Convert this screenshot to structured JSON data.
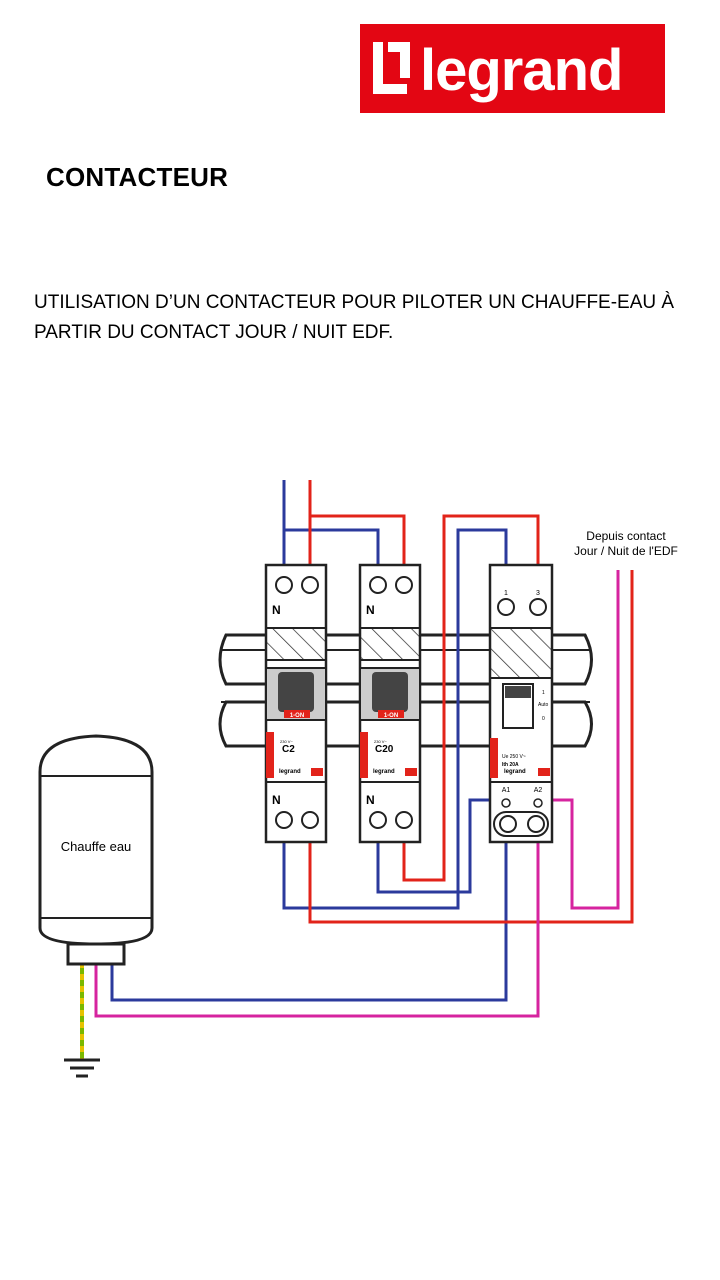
{
  "brand": {
    "name": "legrand",
    "color": "#e30613"
  },
  "title": "CONTACTEUR",
  "description": "UTILISATION D’UN CONTACTEUR POUR PILOTER UN CHAUFFE-EAU À PARTIR DU CONTACT JOUR / NUIT EDF.",
  "diagram": {
    "edf_label_line1": "Depuis contact",
    "edf_label_line2": "Jour / Nuit de l'EDF",
    "heater_label": "Chauffe eau",
    "breaker1": {
      "neutral_top": "N",
      "neutral_bottom": "N",
      "rating": "C2",
      "status": "1-ON",
      "voltage": "230 V~",
      "brand": "legrand"
    },
    "breaker2": {
      "neutral_top": "N",
      "neutral_bottom": "N",
      "rating": "C20",
      "status": "1-ON",
      "voltage": "230 V~",
      "brand": "legrand"
    },
    "contactor": {
      "terminal_1": "1",
      "terminal_3": "3",
      "switch_1": "1",
      "switch_auto": "Auto",
      "switch_0": "0",
      "ue": "Ue 250 V~",
      "ith": "Ith 20A",
      "a1": "A1",
      "a2": "A2",
      "brand": "legrand"
    },
    "wire_colors": {
      "neutral": "#2b3a9c",
      "phase": "#e2231a",
      "control": "#d6249f",
      "earth": "#7ab800"
    }
  }
}
